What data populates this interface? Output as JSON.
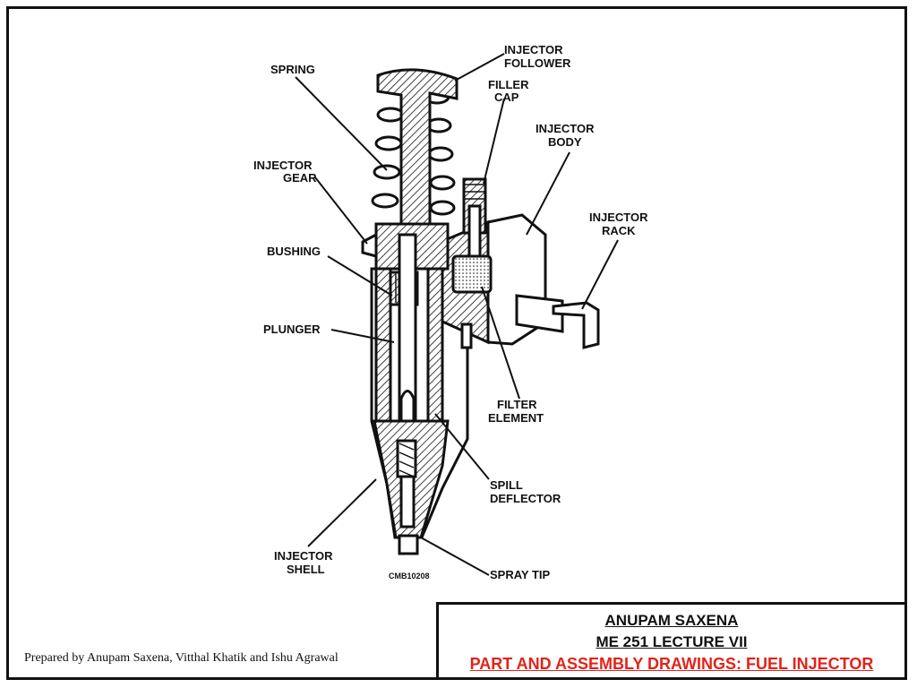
{
  "diagram": {
    "labels": {
      "injector_follower": [
        "INJECTOR",
        "FOLLOWER"
      ],
      "spring": "SPRING",
      "filler_cap": [
        "FILLER",
        "CAP"
      ],
      "injector_body": [
        "INJECTOR",
        "BODY"
      ],
      "injector_gear": [
        "INJECTOR",
        "GEAR"
      ],
      "injector_rack": [
        "INJECTOR",
        "RACK"
      ],
      "bushing": "BUSHING",
      "plunger": "PLUNGER",
      "filter_element": [
        "FILTER",
        "ELEMENT"
      ],
      "spill_deflector": [
        "SPILL",
        "DEFLECTOR"
      ],
      "injector_shell": [
        "INJECTOR",
        "SHELL"
      ],
      "spray_tip": "SPRAY TIP",
      "drawing_code": "CMB10208"
    }
  },
  "footer": {
    "credits": "Prepared by Anupam Saxena, Vitthal Khatik and Ishu Agrawal"
  },
  "title_box": {
    "author": "ANUPAM SAXENA",
    "course": "ME 251 LECTURE VII",
    "topic": "PART AND ASSEMBLY DRAWINGS: FUEL INJECTOR"
  }
}
